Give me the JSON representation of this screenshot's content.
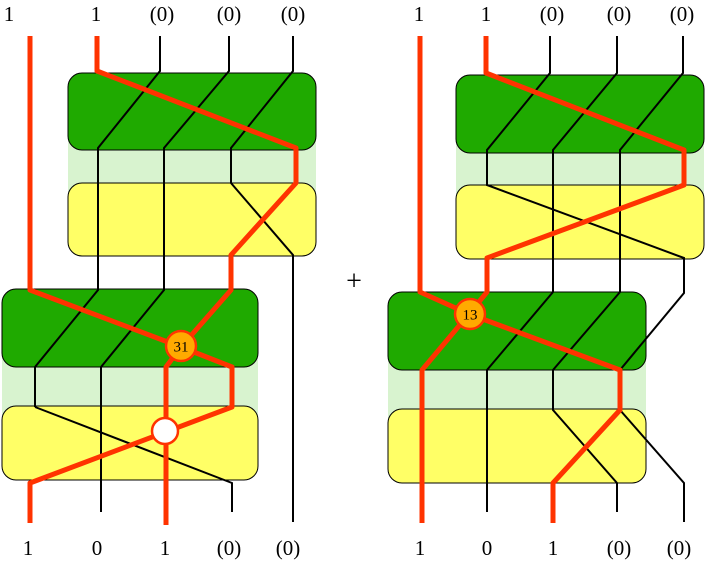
{
  "colors": {
    "dark_green": "#1faa00",
    "light_green": "#d8f3cf",
    "yellow": "#ffff66",
    "red_path": "#ff3300",
    "vertex_fill": "#ffaa00",
    "vertex_stroke": "#ff3300",
    "empty_vertex_fill": "#ffffff"
  },
  "operator": "+",
  "left_diagram": {
    "top_labels": [
      "1",
      "1",
      "(0)",
      "(0)",
      "(0)"
    ],
    "bottom_labels": [
      "1",
      "0",
      "1",
      "(0)",
      "(0)"
    ],
    "vertex_label": "31"
  },
  "right_diagram": {
    "top_labels": [
      "1",
      "1",
      "(0)",
      "(0)",
      "(0)"
    ],
    "bottom_labels": [
      "1",
      "0",
      "1",
      "(0)",
      "(0)"
    ],
    "vertex_label": "13"
  }
}
